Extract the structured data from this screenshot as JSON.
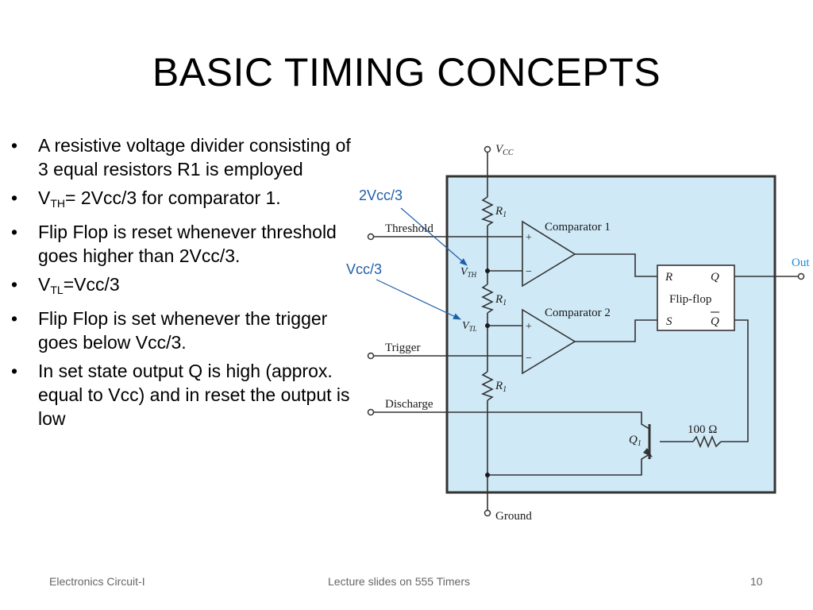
{
  "slide": {
    "title": "BASIC TIMING CONCEPTS",
    "bullets": [
      {
        "text": "A resistive voltage divider consisting of 3 equal resistors R1 is employed"
      },
      {
        "pre": "V",
        "sub": "TH",
        "post": "= 2Vcc/3 for comparator 1."
      },
      {
        "text": "Flip Flop is reset whenever threshold goes higher than 2Vcc/3."
      },
      {
        "pre": "V",
        "sub": "TL",
        "post": "=Vcc/3"
      },
      {
        "text": "Flip Flop is set whenever the trigger goes below Vcc/3."
      },
      {
        "text": "In set state output Q is high (approx. equal to Vcc) and in reset the output is low"
      }
    ],
    "bullet_glyph": "•"
  },
  "diagram": {
    "vcc": {
      "main": "V",
      "sub": "CC"
    },
    "threshold": "Threshold",
    "trigger": "Trigger",
    "discharge": "Discharge",
    "ground": "Ground",
    "out": "Out",
    "resistor": {
      "main": "R",
      "sub": "1"
    },
    "comparator1": "Comparator 1",
    "comparator2": "Comparator 2",
    "flipflop": {
      "label": "Flip-flop",
      "r": "R",
      "q": "Q",
      "s": "S",
      "qbar": "Q"
    },
    "vth": {
      "main": "V",
      "sub": "TH"
    },
    "vtl": {
      "main": "V",
      "sub": "TL"
    },
    "transistor": {
      "main": "Q",
      "sub": "1"
    },
    "res100": "100 Ω",
    "plus": "+",
    "minus": "−",
    "annot_2vcc": "2Vcc/3",
    "annot_vcc": "Vcc/3",
    "colors": {
      "box_fill": "#cfe9f6",
      "box_stroke": "#333333",
      "annotation": "#1f5fa8"
    }
  },
  "footer": {
    "left": "Electronics Circuit-I",
    "center": "Lecture slides on 555 Timers",
    "right": "10"
  }
}
